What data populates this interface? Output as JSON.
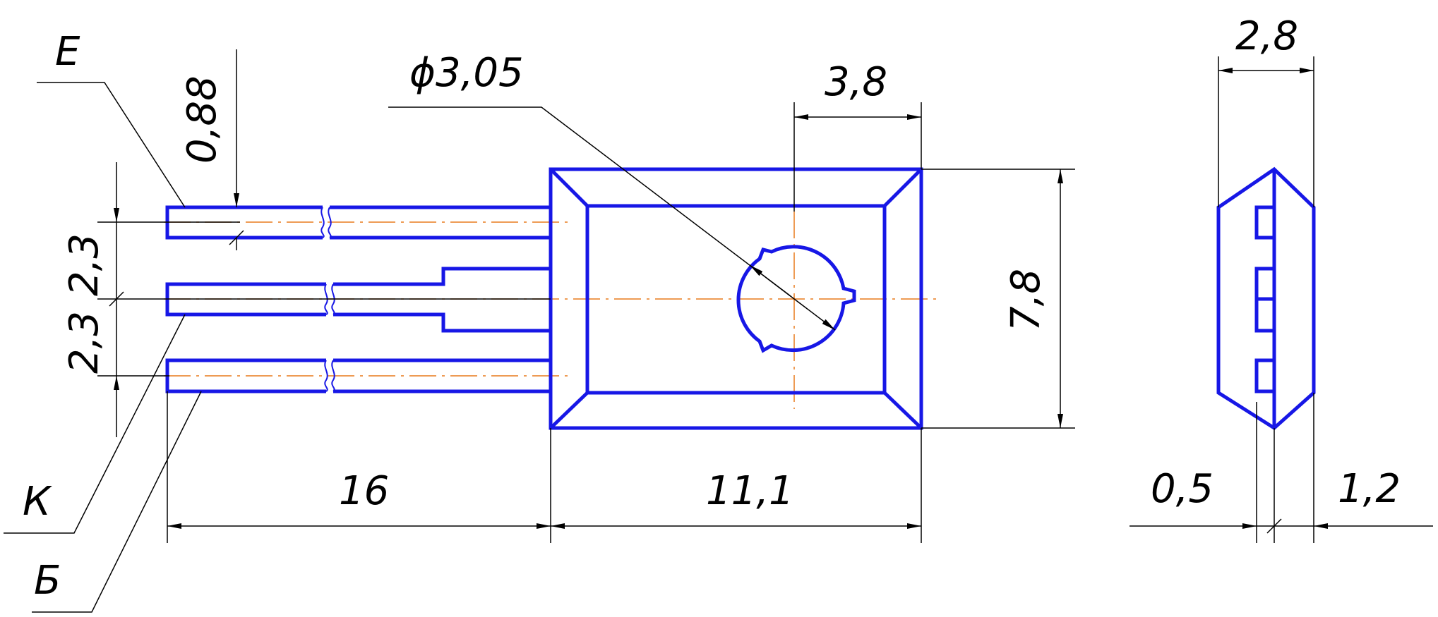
{
  "colors": {
    "outline": "#1717e6",
    "centerline": "#e87a1c",
    "dimension": "#000000",
    "background": "#ffffff"
  },
  "pins": {
    "emitter": "Е",
    "collector": "К",
    "base": "Б"
  },
  "dimensions": {
    "lead_width": "0,88",
    "pitch_upper": "2,3",
    "pitch_lower": "2,3",
    "lead_length": "16",
    "body_length": "11,1",
    "hole_diameter": "ϕ3,05",
    "hole_offset": "3,8",
    "body_width": "7,8",
    "thickness": "2,8",
    "flange_left": "0,5",
    "flange_right": "1,2"
  }
}
